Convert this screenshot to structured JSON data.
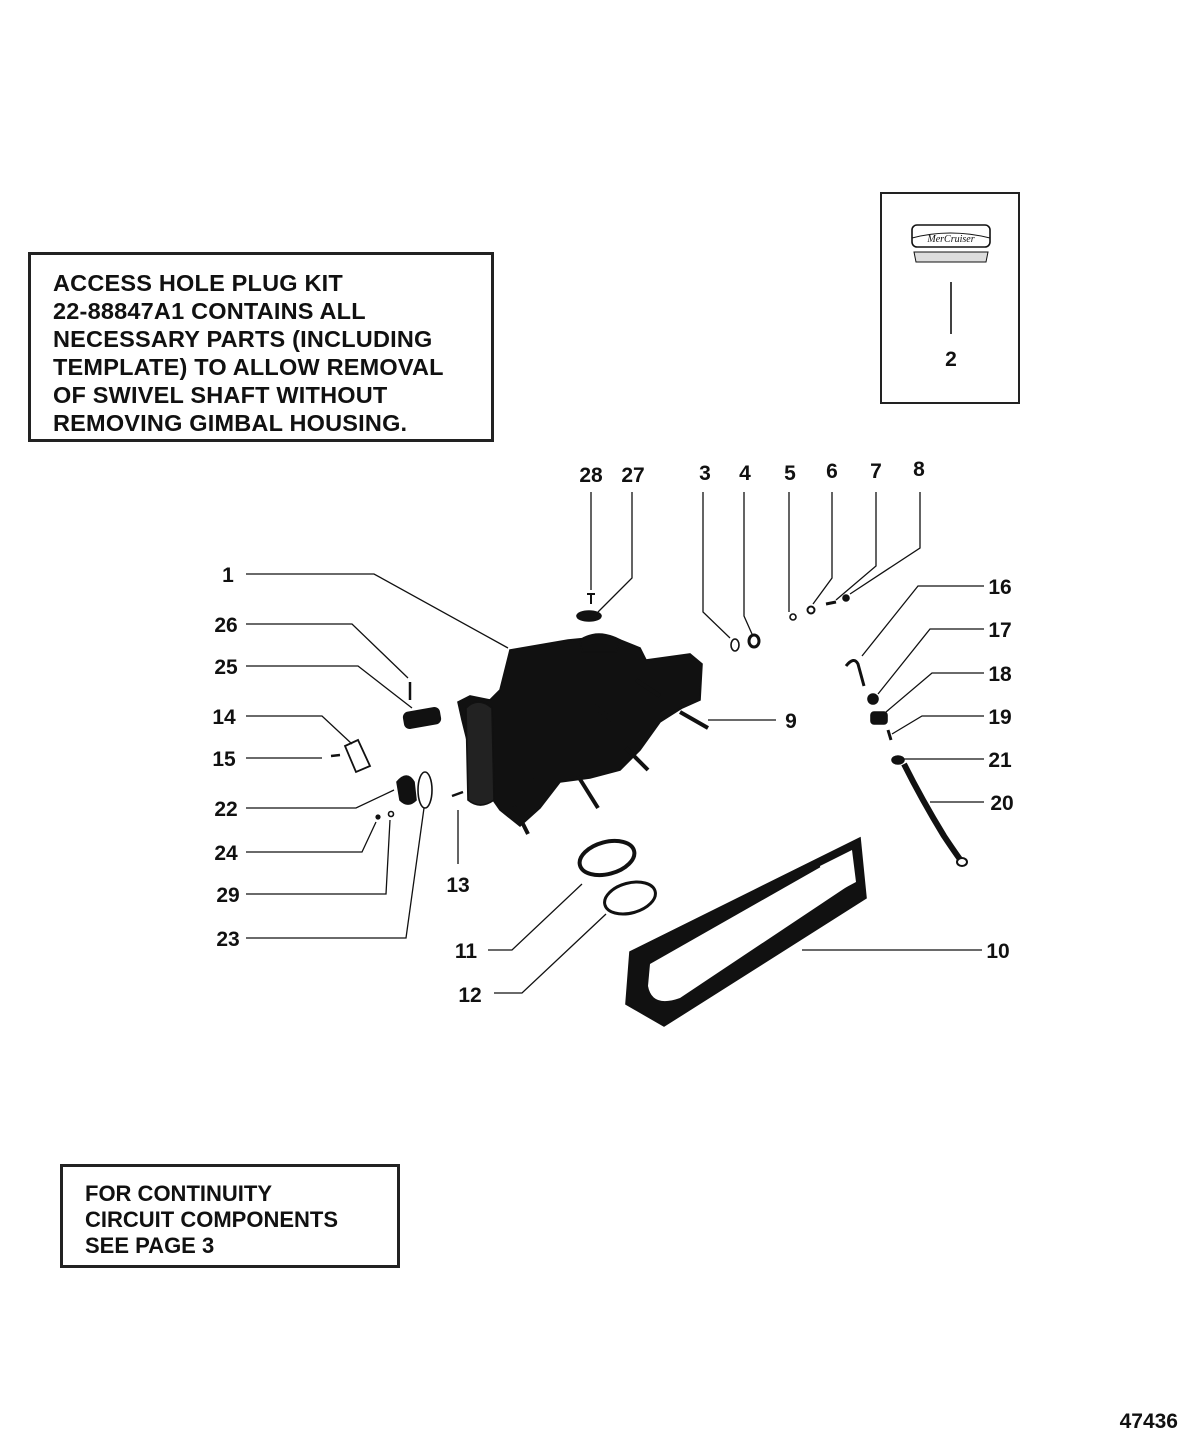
{
  "notes": {
    "access_kit": [
      "ACCESS HOLE PLUG KIT",
      "22-88847A1 CONTAINS ALL",
      "NECESSARY PARTS (INCLUDING",
      "TEMPLATE) TO ALLOW REMOVAL",
      "OF SWIVEL SHAFT WITHOUT",
      "REMOVING GIMBAL HOUSING."
    ],
    "continuity": [
      "FOR CONTINUITY",
      "CIRCUIT COMPONENTS",
      "SEE PAGE 3"
    ]
  },
  "decal": {
    "brand": "MerCruiser"
  },
  "callouts": {
    "c1": "1",
    "c2": "2",
    "c3": "3",
    "c4": "4",
    "c5": "5",
    "c6": "6",
    "c7": "7",
    "c8": "8",
    "c9": "9",
    "c10": "10",
    "c11": "11",
    "c12": "12",
    "c13": "13",
    "c14": "14",
    "c15": "15",
    "c16": "16",
    "c17": "17",
    "c18": "18",
    "c19": "19",
    "c20": "20",
    "c21": "21",
    "c22": "22",
    "c23": "23",
    "c24": "24",
    "c25": "25",
    "c26": "26",
    "c27": "27",
    "c28": "28",
    "c29": "29"
  },
  "figure_number": "47436",
  "colors": {
    "ink": "#111111",
    "paper": "#ffffff"
  }
}
